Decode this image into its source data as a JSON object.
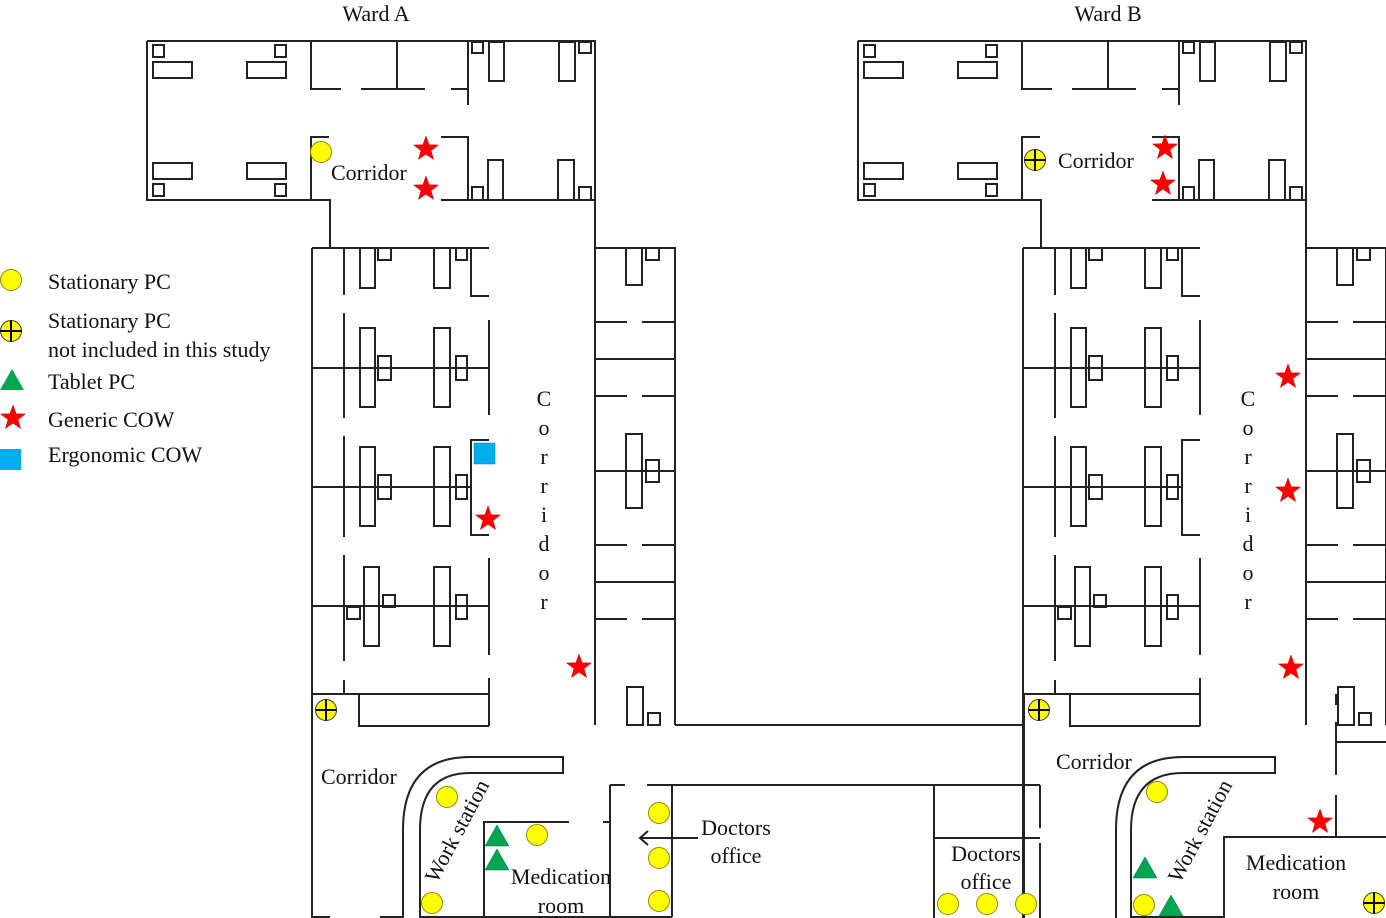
{
  "titles": {
    "ward_a": "Ward A",
    "ward_b": "Ward B"
  },
  "labels": {
    "corridor": "Corridor",
    "corridor_letters": [
      "C",
      "o",
      "r",
      "r",
      "i",
      "d",
      "o",
      "r"
    ],
    "work_station": "Work station",
    "medication_room_1": "Medication",
    "medication_room_2": "room",
    "doctors_office_1": "Doctors",
    "doctors_office_2": "office"
  },
  "legend": [
    {
      "symbol": "yellow-circle",
      "label": "Stationary PC"
    },
    {
      "symbol": "crossed-yellow-circle",
      "label": "Stationary PC",
      "label2": "not included in this study"
    },
    {
      "symbol": "green-triangle",
      "label": "Tablet PC"
    },
    {
      "symbol": "red-star",
      "label": "Generic COW"
    },
    {
      "symbol": "blue-square",
      "label": "Ergonomic COW"
    }
  ],
  "colors": {
    "stationary_pc": "#ffff00",
    "tablet_pc": "#00a651",
    "generic_cow": "#ff0000",
    "ergonomic_cow": "#00aeef",
    "walls": "#222222"
  }
}
